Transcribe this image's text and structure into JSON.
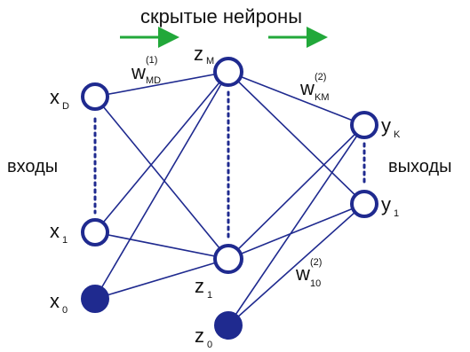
{
  "header": {
    "hidden_label": "скрытые нейроны"
  },
  "side_labels": {
    "inputs": "входы",
    "outputs": "выходы"
  },
  "colors": {
    "node_stroke": "#1f2a8f",
    "node_fill_open": "#ffffff",
    "node_fill_bias": "#1f2a8f",
    "edge": "#1f2a8f",
    "arrow": "#22a83a",
    "text": "#111111"
  },
  "nodes": {
    "x_D": {
      "base": "x",
      "sub": "D"
    },
    "x_1": {
      "base": "x",
      "sub": "1"
    },
    "x_0": {
      "base": "x",
      "sub": "0"
    },
    "z_M": {
      "base": "z",
      "sub": "M"
    },
    "z_1": {
      "base": "z",
      "sub": "1"
    },
    "z_0": {
      "base": "z",
      "sub": "0"
    },
    "y_K": {
      "base": "y",
      "sub": "K"
    },
    "y_1": {
      "base": "y",
      "sub": "1"
    }
  },
  "weights": {
    "w_MD": {
      "base": "w",
      "sup": "(1)",
      "sub": "MD"
    },
    "w_KM": {
      "base": "w",
      "sup": "(2)",
      "sub": "KM"
    },
    "w_10": {
      "base": "w",
      "sup": "(2)",
      "sub": "10"
    }
  }
}
